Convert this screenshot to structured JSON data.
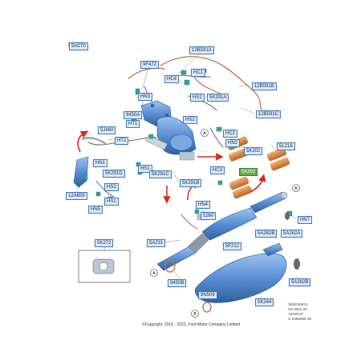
{
  "labels": {
    "l5h270": "5H270",
    "l12b591a": "12B591A",
    "l9f472": "9F472",
    "lhc1": "HC1",
    "lhc4": "HC4",
    "l12b591b": "12B591B",
    "lhn3": "HN3",
    "lhs1top": "HS1",
    "l5k291a": "5K291A",
    "l9450a": "9450A",
    "lhs2top": "HS2",
    "lht1": "HT1",
    "l12b591c": "12B591C",
    "l5j460": "5J460",
    "lht2": "HT2",
    "lhn2": "HN2",
    "l5k202": "5K202",
    "l5l216": "5L216",
    "lhc2": "HC2",
    "lhn1": "HN1",
    "l5k291d": "5K291D",
    "lhs1mid": "HS1",
    "l5k291c": "5K291C",
    "lhc3": "HC3",
    "lhs2mid": "HS2",
    "l5k291b": "5K291B",
    "l12a659": "12A659",
    "lhs1low": "HS1",
    "lhn5": "HN5",
    "lhn4": "HN4",
    "l5260": "5260",
    "lhn7": "HN7",
    "l5a262a": "5A262A",
    "l5k272": "5K272",
    "l5a231": "5A231",
    "l5f212": "5F212",
    "l5a262b": "5A262B",
    "l9450b": "9450B",
    "l9n509": "9N509",
    "l5k244": "5K244",
    "l5a262b2": "5A262B"
  },
  "callouts": {
    "a": "A",
    "b": "B"
  },
  "highlight": {
    "text": "5K202",
    "color": "#6aa84f"
  },
  "copyright": "©Copyright, 2016 - 2022, Ford Motor Company Limited",
  "stamp": [
    "2EB035931",
    "03-2022 25",
    "32DOCP",
    "K 0356868 08"
  ],
  "colors": {
    "part_blue": "#5a8fd4",
    "part_blue_dark": "#2f5f9f",
    "sensor_teal": "#2aa89a",
    "heater_orange": "#d9843a",
    "arrow_red": "#d62d20",
    "label_fill": "#dbe9f7",
    "label_border": "#3a78c0"
  }
}
